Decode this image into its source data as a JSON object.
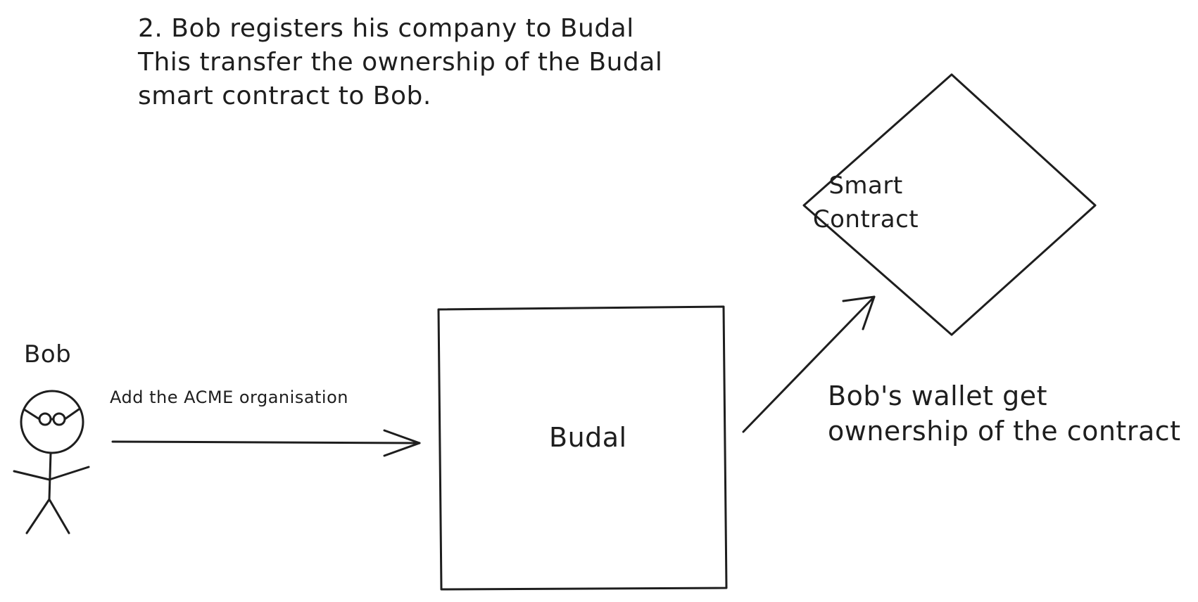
{
  "title": {
    "line1": "2. Bob registers his company to Budal",
    "line2": "This transfer the ownership of the Budal",
    "line3": "smart contract to Bob."
  },
  "actor": {
    "label": "Bob"
  },
  "action_arrow": {
    "label": "Add the ACME organisation"
  },
  "budal_box": {
    "label": "Budal"
  },
  "smart_contract": {
    "line1": "Smart",
    "line2": "Contract"
  },
  "ownership_arrow": {
    "line1": "Bob's wallet get",
    "line2": "ownership of the contract"
  },
  "colors": {
    "stroke": "#1e1e1e",
    "background": "#ffffff"
  }
}
